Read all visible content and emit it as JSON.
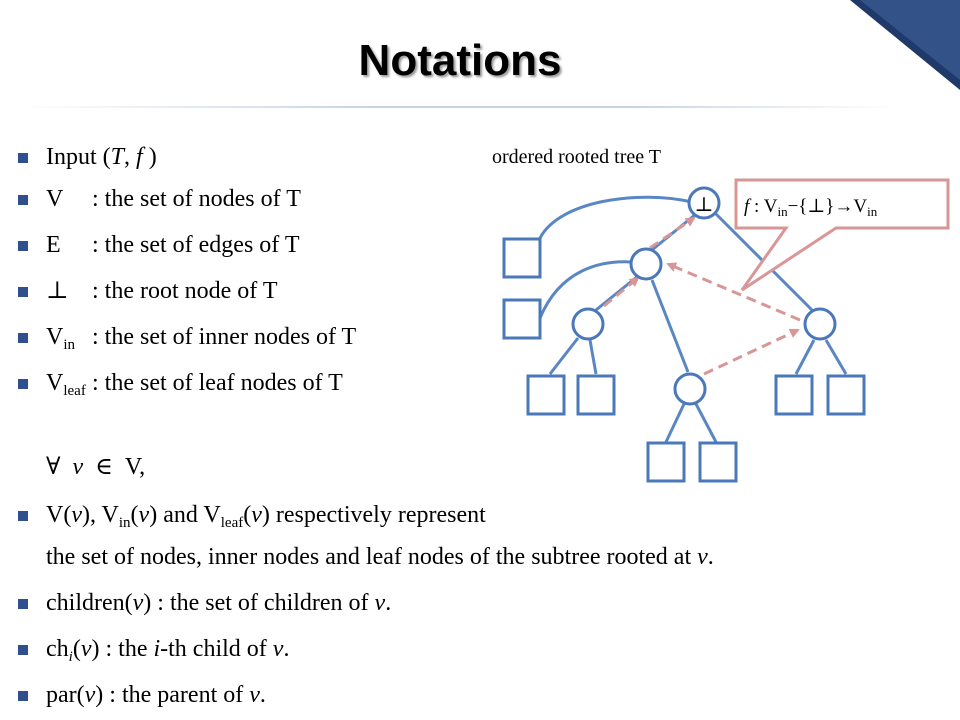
{
  "title": "Notations",
  "bullets": [
    {
      "id": "input",
      "prefix": "Input (",
      "T": "T",
      "comma": ", ",
      "f": "f",
      "suffix": " )"
    },
    {
      "id": "v",
      "symbol": "V",
      "desc": ": the set of nodes of T"
    },
    {
      "id": "e",
      "symbol": "E",
      "desc": ": the set of edges of T"
    },
    {
      "id": "root",
      "symbol": "⊥",
      "desc": ": the root node of T"
    },
    {
      "id": "vin",
      "symbol": "V",
      "sub": "in",
      "desc": ": the set of inner nodes of T"
    },
    {
      "id": "vleaf",
      "symbol": "V",
      "sub": "leaf",
      "desc": ": the set of leaf nodes of T"
    }
  ],
  "forall": {
    "q": "∀",
    "v": "v",
    "in": "∈",
    "V": "V,"
  },
  "bullets2": {
    "b1": {
      "V": "V(",
      "v": "v",
      "close": "), V",
      "in": "in",
      "mid": "(",
      "v2": "v",
      "and": ") and V",
      "leaf": "leaf",
      "p": "(",
      "v3": "v",
      "tail": ") respectively represent",
      "line2a": "the set of nodes, inner nodes and leaf nodes of the subtree rooted at ",
      "line2v": "v",
      "line2b": "."
    },
    "b2": {
      "a": "children(",
      "v": "v",
      "b": ") : the set of children of ",
      "v2": "v",
      "c": "."
    },
    "b3": {
      "a": "ch",
      "i": "i",
      "b": "(",
      "v": "v",
      "c": ") : the ",
      "i2": "i",
      "d": "-th child of ",
      "v2": "v",
      "e": "."
    },
    "b4": {
      "a": "par(",
      "v": "v",
      "b": ") : the parent of ",
      "v2": "v",
      "c": "."
    }
  },
  "tree": {
    "caption": "ordered rooted tree T",
    "root_label": "⊥",
    "callout": {
      "f": "f",
      "colon": " : V",
      "in1": "in",
      "minus": "−{⊥}→V",
      "in2": "in"
    }
  },
  "colors": {
    "bullet": "#2f4f8f",
    "node_stroke": "#4a78b8",
    "edge": "#5a87c4",
    "dashed_arrow": "#d89696",
    "corner": "#1f3a6a",
    "rule": "#c8d4e4"
  }
}
